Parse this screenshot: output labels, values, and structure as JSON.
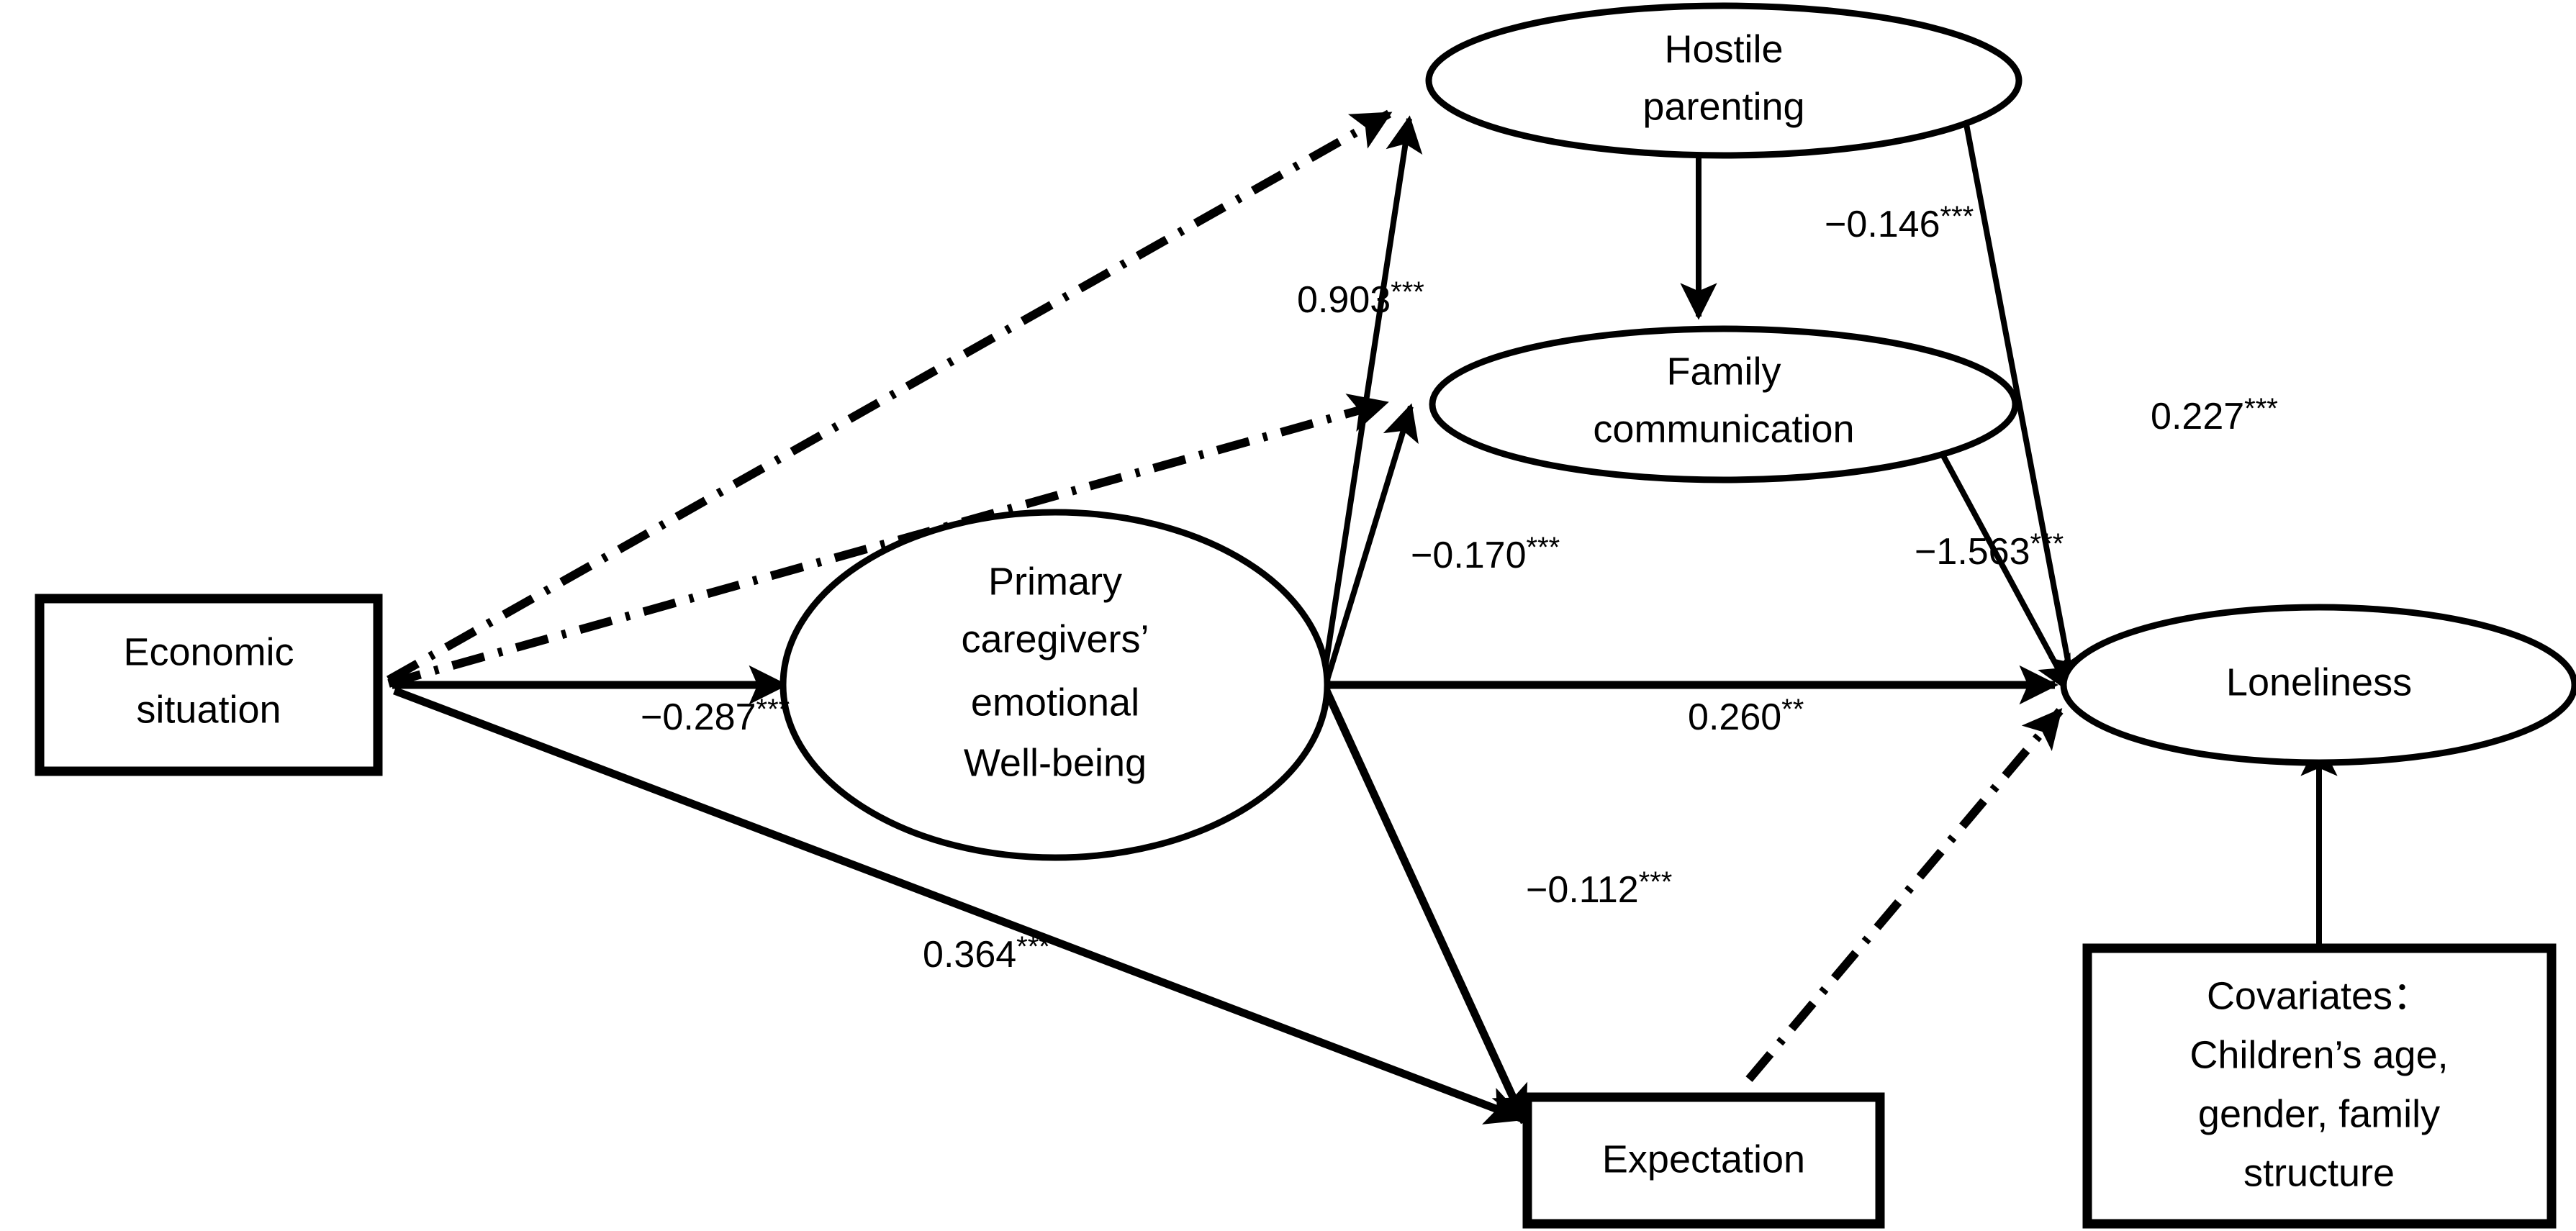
{
  "diagram": {
    "type": "path-diagram",
    "title": "",
    "nodes": [
      {
        "id": "economic_situation",
        "shape": "rectangle",
        "lines": [
          "Economic",
          "situation"
        ]
      },
      {
        "id": "caregiver_wellbeing",
        "shape": "ellipse",
        "lines": [
          "Primary",
          "caregivers’",
          "emotional",
          "Well-being"
        ]
      },
      {
        "id": "hostile_parenting",
        "shape": "ellipse",
        "lines": [
          "Hostile",
          "parenting"
        ]
      },
      {
        "id": "family_communication",
        "shape": "ellipse",
        "lines": [
          "Family",
          "communication"
        ]
      },
      {
        "id": "loneliness",
        "shape": "ellipse",
        "lines": [
          "Loneliness"
        ]
      },
      {
        "id": "expectation",
        "shape": "rectangle",
        "lines": [
          "Expectation"
        ]
      },
      {
        "id": "covariates",
        "shape": "rectangle",
        "lines": [
          "Covariates：",
          "Children’s age,",
          "gender, family",
          "structure"
        ]
      }
    ],
    "edges": [
      {
        "id": "econ_to_hostile",
        "from": "economic_situation",
        "to": "hostile_parenting",
        "style": "dash-dot",
        "coefficient": "",
        "stars": ""
      },
      {
        "id": "econ_to_family_comm",
        "from": "economic_situation",
        "to": "family_communication",
        "style": "dash-dot",
        "coefficient": "",
        "stars": ""
      },
      {
        "id": "econ_to_wellbeing",
        "from": "economic_situation",
        "to": "caregiver_wellbeing",
        "style": "solid",
        "coefficient": "−0.287",
        "stars": "***"
      },
      {
        "id": "econ_to_expectation",
        "from": "economic_situation",
        "to": "expectation",
        "style": "solid",
        "coefficient": "0.364",
        "stars": "***"
      },
      {
        "id": "wellbeing_to_hostile",
        "from": "caregiver_wellbeing",
        "to": "hostile_parenting",
        "style": "solid",
        "coefficient": "0.903",
        "stars": "***"
      },
      {
        "id": "wellbeing_to_family_comm",
        "from": "caregiver_wellbeing",
        "to": "family_communication",
        "style": "solid",
        "coefficient": "−0.170",
        "stars": "***"
      },
      {
        "id": "wellbeing_to_loneliness",
        "from": "caregiver_wellbeing",
        "to": "loneliness",
        "style": "solid",
        "coefficient": "0.260",
        "stars": "**"
      },
      {
        "id": "wellbeing_to_expectation",
        "from": "caregiver_wellbeing",
        "to": "expectation",
        "style": "solid",
        "coefficient": "−0.112",
        "stars": "***"
      },
      {
        "id": "hostile_to_family_comm",
        "from": "hostile_parenting",
        "to": "family_communication",
        "style": "solid",
        "coefficient": "−0.146",
        "stars": "***"
      },
      {
        "id": "hostile_to_loneliness",
        "from": "hostile_parenting",
        "to": "loneliness",
        "style": "solid",
        "coefficient": "0.227",
        "stars": "***"
      },
      {
        "id": "family_comm_to_loneliness",
        "from": "family_communication",
        "to": "loneliness",
        "style": "solid",
        "coefficient": "−1.563",
        "stars": "***"
      },
      {
        "id": "expectation_to_loneliness",
        "from": "expectation",
        "to": "loneliness",
        "style": "dash-dot",
        "coefficient": "",
        "stars": ""
      },
      {
        "id": "covariates_to_loneliness",
        "from": "covariates",
        "to": "loneliness",
        "style": "solid",
        "coefficient": "",
        "stars": ""
      }
    ],
    "colors": {
      "stroke": "#000000",
      "background": "#ffffff",
      "text": "#000000"
    }
  }
}
